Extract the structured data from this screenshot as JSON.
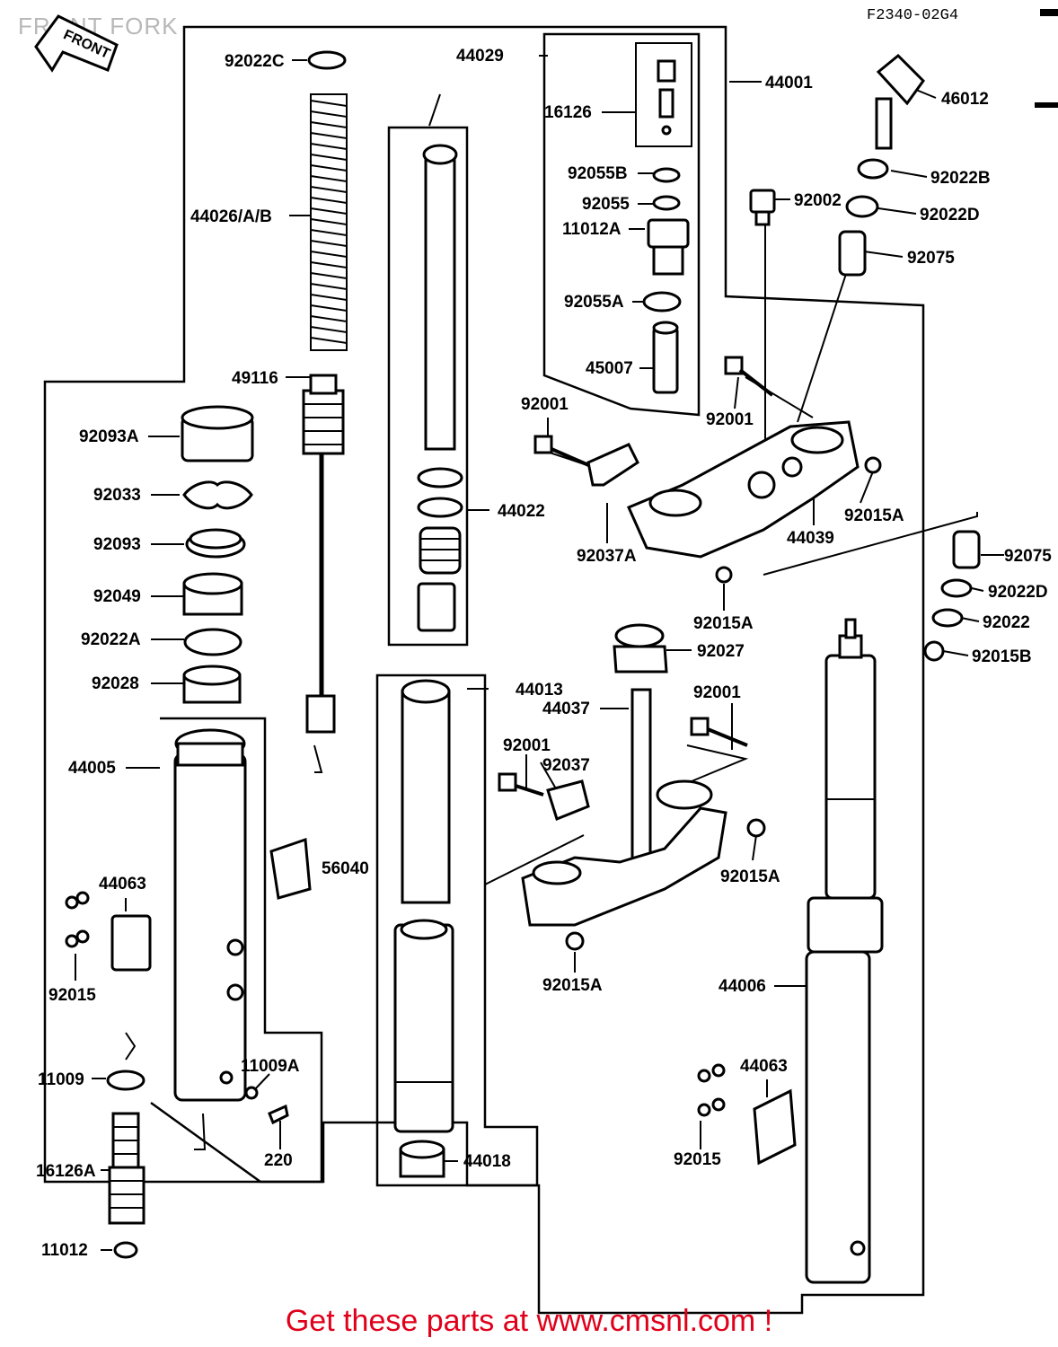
{
  "page": {
    "title": "FRONT FORK",
    "drawing_code": "F2340-02G4",
    "front_arrow_label": "FRONT",
    "footer": "Get these parts at www.cmsnl.com !"
  },
  "callouts": [
    {
      "id": "c_92022C",
      "label": "92022C"
    },
    {
      "id": "c_44026",
      "label": "44026/A/B"
    },
    {
      "id": "c_49116",
      "label": "49116"
    },
    {
      "id": "c_92093A",
      "label": "92093A"
    },
    {
      "id": "c_92033",
      "label": "92033"
    },
    {
      "id": "c_92093",
      "label": "92093"
    },
    {
      "id": "c_92049",
      "label": "92049"
    },
    {
      "id": "c_92022A",
      "label": "92022A"
    },
    {
      "id": "c_92028",
      "label": "92028"
    },
    {
      "id": "c_44005",
      "label": "44005"
    },
    {
      "id": "c_44063_l",
      "label": "44063"
    },
    {
      "id": "c_92015_l",
      "label": "92015"
    },
    {
      "id": "c_11009",
      "label": "11009"
    },
    {
      "id": "c_11009A",
      "label": "11009A"
    },
    {
      "id": "c_220",
      "label": "220"
    },
    {
      "id": "c_16126A",
      "label": "16126A"
    },
    {
      "id": "c_11012",
      "label": "11012"
    },
    {
      "id": "c_56040",
      "label": "56040"
    },
    {
      "id": "c_44022",
      "label": "44022"
    },
    {
      "id": "c_44013",
      "label": "44013"
    },
    {
      "id": "c_44018",
      "label": "44018"
    },
    {
      "id": "c_44029",
      "label": "44029"
    },
    {
      "id": "c_16126",
      "label": "16126"
    },
    {
      "id": "c_92055B",
      "label": "92055B"
    },
    {
      "id": "c_92055",
      "label": "92055"
    },
    {
      "id": "c_11012A",
      "label": "11012A"
    },
    {
      "id": "c_92055A",
      "label": "92055A"
    },
    {
      "id": "c_45007",
      "label": "45007"
    },
    {
      "id": "c_44001",
      "label": "44001"
    },
    {
      "id": "c_46012",
      "label": "46012"
    },
    {
      "id": "c_92022B",
      "label": "92022B"
    },
    {
      "id": "c_92002",
      "label": "92002"
    },
    {
      "id": "c_92022D_top",
      "label": "92022D"
    },
    {
      "id": "c_92075_top",
      "label": "92075"
    },
    {
      "id": "c_92001_a",
      "label": "92001"
    },
    {
      "id": "c_92001_b",
      "label": "92001"
    },
    {
      "id": "c_92015A_a",
      "label": "92015A"
    },
    {
      "id": "c_44039",
      "label": "44039"
    },
    {
      "id": "c_92037A",
      "label": "92037A"
    },
    {
      "id": "c_92015A_b",
      "label": "92015A"
    },
    {
      "id": "c_92075_r",
      "label": "92075"
    },
    {
      "id": "c_92022D_r",
      "label": "92022D"
    },
    {
      "id": "c_92022",
      "label": "92022"
    },
    {
      "id": "c_92015B",
      "label": "92015B"
    },
    {
      "id": "c_92027",
      "label": "92027"
    },
    {
      "id": "c_44037",
      "label": "44037"
    },
    {
      "id": "c_92001_c",
      "label": "92001"
    },
    {
      "id": "c_92001_d",
      "label": "92001"
    },
    {
      "id": "c_92037",
      "label": "92037"
    },
    {
      "id": "c_92015A_c",
      "label": "92015A"
    },
    {
      "id": "c_92015A_d",
      "label": "92015A"
    },
    {
      "id": "c_44006",
      "label": "44006"
    },
    {
      "id": "c_44063_r",
      "label": "44063"
    },
    {
      "id": "c_92015_r",
      "label": "92015"
    }
  ]
}
